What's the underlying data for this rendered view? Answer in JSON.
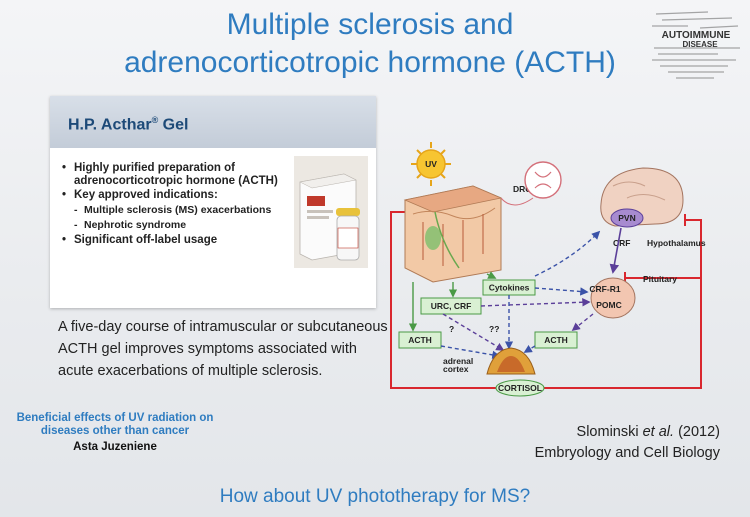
{
  "slide": {
    "title_line1": "Multiple sclerosis and",
    "title_line2": "adrenocorticotropic hormone (ACTH)",
    "badge_line1": "AUTOIMMUNE",
    "badge_line2": "DISEASE",
    "question": "How about UV phototherapy for MS?"
  },
  "panel": {
    "title_main": "H.P. Acthar",
    "title_sup": "®",
    "title_rest": " Gel",
    "bullet1": "Highly purified preparation of adrenocorticotropic hormone (ACTH)",
    "bullet2": "Key approved indications:",
    "sub1": "Multiple sclerosis (MS) exacerbations",
    "sub2": "Nephrotic syndrome",
    "bullet3": "Significant off-label usage"
  },
  "caption": "A five-day course of intramuscular or subcutaneous ACTH gel improves symptoms associated with acute exacerbations of multiple sclerosis.",
  "ref_left": {
    "title": "Beneficial effects of UV radiation on diseases other than cancer",
    "author": "Asta Juzeniene"
  },
  "ref_right": {
    "author_prefix": "Slominski ",
    "author_italic": "et al.",
    "year": " (2012)",
    "journal": "Embryology and Cell Biology"
  },
  "diagram": {
    "uv": "UV",
    "drg": "DRG",
    "pvn": "PVN",
    "crf": "CRF",
    "hypothalamus": "Hypothalamus",
    "pituitary": "Pituitary",
    "crf_r1": "CRF-R1",
    "pomc": "POMC",
    "cytokines": "Cytokines",
    "urc_crf": "URC, CRF",
    "acth_left": "ACTH",
    "acth_right": "ACTH",
    "q1": "?",
    "q2": "??",
    "adrenal_1": "adrenal",
    "adrenal_2": "cortex",
    "cortisol": "CORTISOL",
    "colors": {
      "box_fill": "#d9f0d3",
      "box_stroke": "#4a9a46",
      "red": "#d9272e",
      "purple": "#5b3f99",
      "blue": "#3b53a8"
    }
  }
}
